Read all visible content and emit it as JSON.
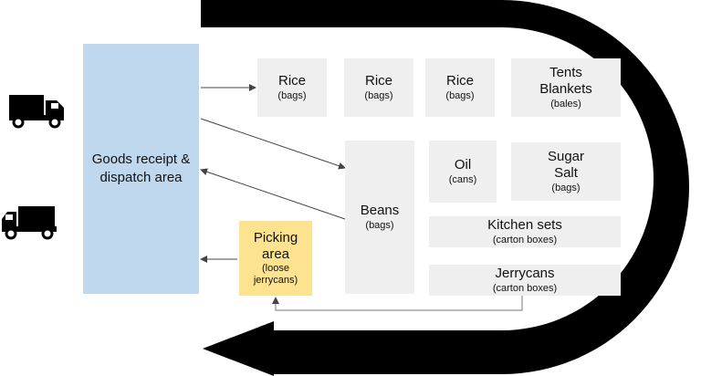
{
  "dock": {
    "label": "Goods receipt & dispatch area"
  },
  "picking": {
    "title": "Picking area",
    "detail": "(loose jerrycans)"
  },
  "storage": {
    "rice_1": {
      "name": "Rice",
      "pack": "(bags)"
    },
    "rice_2": {
      "name": "Rice",
      "pack": "(bags)"
    },
    "rice_3": {
      "name": "Rice",
      "pack": "(bags)"
    },
    "tents": {
      "name_1": "Tents",
      "name_2": "Blankets",
      "pack": "(bales)"
    },
    "beans": {
      "name": "Beans",
      "pack": "(bags)"
    },
    "oil": {
      "name": "Oil",
      "pack": "(cans)"
    },
    "sugar": {
      "name_1": "Sugar",
      "name_2": "Salt",
      "pack": "(bags)"
    },
    "kitchen": {
      "name": "Kitchen sets",
      "pack": "(carton boxes)"
    },
    "jerrycans": {
      "name": "Jerrycans",
      "pack": "(carton boxes)"
    }
  },
  "icons": [
    "truck-icon",
    "truck-icon"
  ],
  "colors": {
    "dock": "#bfd8ee",
    "picking": "#fde28f",
    "storage": "#efefef",
    "flow_arrow": "#000000"
  }
}
